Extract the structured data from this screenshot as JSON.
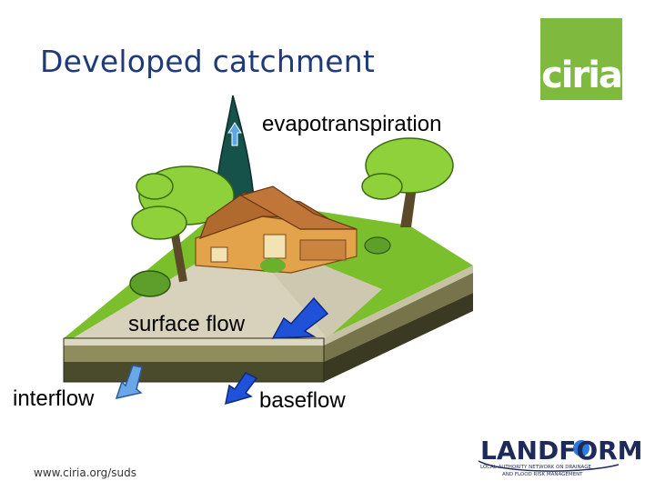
{
  "title": "Developed catchment",
  "logos": {
    "ciria": "ciria",
    "landform": {
      "word": "LANDFORM",
      "tagline_1": "LOCAL AUTHORITY NETWORK ON DRAINAGE",
      "tagline_2": "AND FLOOD RISK MANAGEMENT"
    }
  },
  "labels": {
    "evapotranspiration": "evapotranspiration",
    "surface_flow": "surface flow",
    "interflow": "interflow",
    "baseflow": "baseflow"
  },
  "footer_url": "www.ciria.org/suds",
  "colors": {
    "title": "#1f3a78",
    "ciria_green": "#7fba3e",
    "grass": "#7cbf2c",
    "soil_top": "#ddd9c0",
    "soil_mid": "#8f8c5e",
    "soil_dark": "#4a4a2c",
    "arrow_blue": "#1f52d8",
    "arrow_light": "#6aa7e8"
  },
  "icons": [
    "up-arrow-icon",
    "surface-flow-arrow-icon",
    "interflow-arrow-icon",
    "baseflow-arrow-icon"
  ]
}
